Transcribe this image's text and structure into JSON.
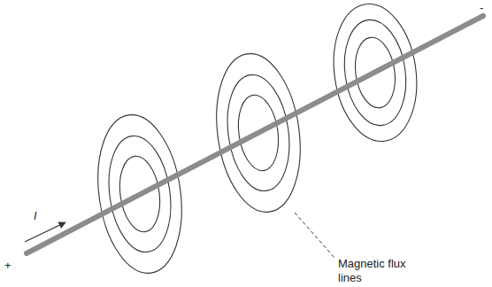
{
  "diagram": {
    "labels": [
      "I",
      "+",
      "-",
      "Magnetic flux lines"
    ]
  }
}
